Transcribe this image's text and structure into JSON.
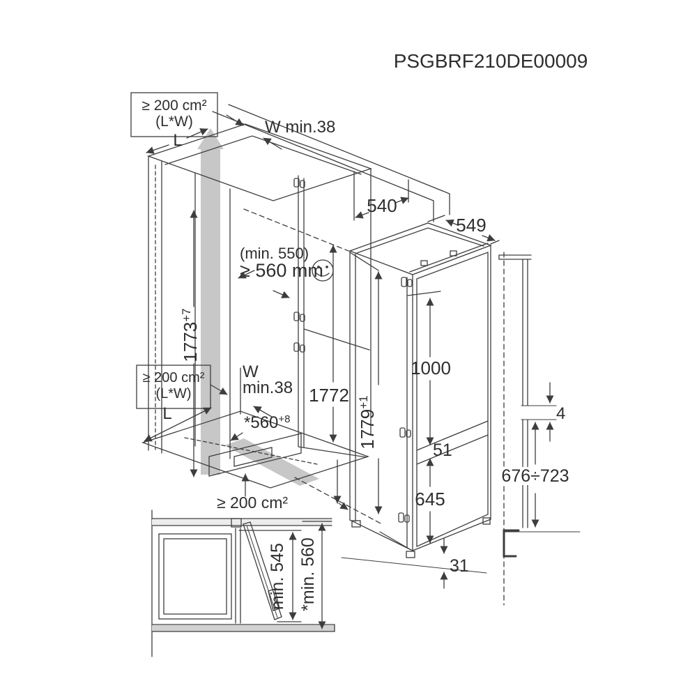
{
  "header": {
    "part_number": "PSGBRF210DE00009"
  },
  "colors": {
    "line": "#3d3d3d",
    "airflow_gray": "#c7c7c7",
    "band_gray": "#d2d2d2"
  },
  "icons": {
    "depth_ok": "smiley-face",
    "airflow": "gray-arrow"
  },
  "cabinet": {
    "vent_top": {
      "line1": "≥ 200 cm²",
      "line2": "(L*W)"
    },
    "dim_w_top": "W min.38",
    "dim_l_top": "L",
    "height": {
      "value": "1773",
      "sup": "+7"
    },
    "depth_note": {
      "line1": "(min. 550)",
      "line2": "≥ 560 mm"
    },
    "vent_mid": {
      "line1": "≥ 200 cm²",
      "line2": "(L*W)"
    },
    "dim_w_mid": {
      "line1": "W",
      "line2": "min.38"
    },
    "dim_l_mid": "L",
    "inner_height": "1772",
    "floor_depth": {
      "value": "*560",
      "sup": "+8"
    },
    "vent_bottom": "≥ 200 cm²"
  },
  "appliance": {
    "depth_top": "540",
    "width_top": "549",
    "height": {
      "value": "1779",
      "sup": "+1"
    },
    "fridge_door_height": "1000",
    "divider": "51",
    "freezer_door_height": "645",
    "bottom_clearance": "31"
  },
  "side_panel": {
    "gap": "4",
    "height_range": "676÷723"
  },
  "plan_view": {
    "niche_min": "min. 545",
    "niche_min_star": "*min. 560"
  }
}
